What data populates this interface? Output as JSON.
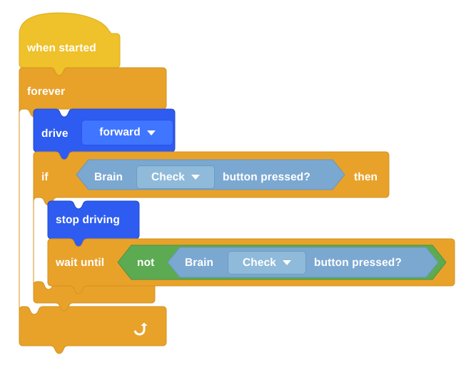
{
  "workspace": {
    "name": "vexcode-block-workspace",
    "background": "#ffffff"
  },
  "palette": {
    "events_yellow": "#efc12a",
    "control_orange": "#e8a22a",
    "motion_blue": "#2e5cf0",
    "motion_field_blue": "#4075ff",
    "sensing_blue": "#7ba8d1",
    "sensing_field_blue": "#8fbada",
    "operator_green": "#5cab52",
    "text_white": "#ffffff"
  },
  "script": {
    "hat": {
      "label": "when started",
      "category": "events"
    },
    "forever": {
      "label": "forever",
      "category": "control",
      "loop_icon": "loop-arrow-icon"
    },
    "drive": {
      "label": "drive",
      "direction": {
        "value": "forward",
        "icon": "chevron-down-icon"
      },
      "category": "motion"
    },
    "if_then": {
      "if_label": "if",
      "then_label": "then",
      "category": "control",
      "condition": {
        "device": "Brain",
        "button": {
          "value": "Check",
          "icon": "chevron-down-icon"
        },
        "predicate": "button pressed?",
        "category": "sensing"
      }
    },
    "stop_driving": {
      "label": "stop driving",
      "category": "motion"
    },
    "wait_until": {
      "label": "wait until",
      "category": "control",
      "operator": {
        "label": "not",
        "category": "operator"
      },
      "condition": {
        "device": "Brain",
        "button": {
          "value": "Check",
          "icon": "chevron-down-icon"
        },
        "predicate": "button pressed?",
        "category": "sensing"
      }
    }
  }
}
